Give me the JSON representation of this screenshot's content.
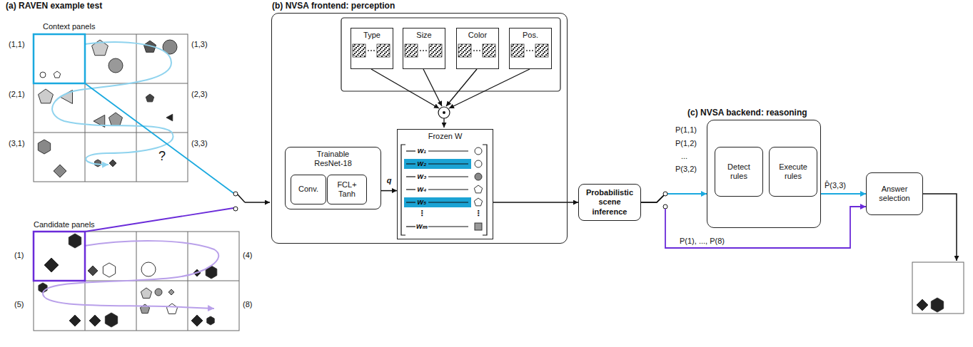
{
  "diagram": {
    "nodes": [
      {
        "text": [
          "(b) NVSA frontend: perception"
        ]
      },
      {
        "text": [
          "Type"
        ],
        "in": 0
      },
      {
        "text": [
          "Size"
        ],
        "in": 0
      },
      {
        "text": [
          "Color"
        ],
        "in": 0
      },
      {
        "text": [
          "Pos."
        ],
        "in": 0
      },
      {
        "text": [
          "Trainable ResNet-18"
        ],
        "in": 0
      },
      {
        "text": [
          "Conv."
        ],
        "in": 5
      },
      {
        "text": [
          "FCL+ Tanh"
        ],
        "in": 5
      },
      {
        "text": [
          "Frozen W"
        ],
        "in": 0
      },
      {
        "text": [
          "Probabilistic scene inference"
        ]
      },
      {
        "text": [
          "(c) NVSA backend: reasoning"
        ]
      },
      {
        "text": [
          "Detect rules"
        ],
        "in": 10
      },
      {
        "text": [
          "Execute rules"
        ],
        "in": 10
      },
      {
        "text": [
          "Answer selection"
        ]
      }
    ],
    "edges": [
      {
        "from": 5,
        "to": 8,
        "arrow": "to",
        "label": "q"
      },
      {
        "from": 8,
        "to": 9,
        "arrow": "to"
      },
      {
        "from": 9,
        "to": 10,
        "arrow": "to"
      },
      {
        "from": 9,
        "to": 13,
        "arrow": "to"
      },
      {
        "from": 10,
        "to": 13,
        "arrow": "to"
      }
    ],
    "labels": [
      "(a) RAVEN example test",
      "Context panels",
      "(1,1)",
      "(1,3)",
      "(2,1)",
      "(2,3)",
      "(3,1)",
      "(3,3)",
      "?",
      "Candidate panels",
      "(1)",
      "(4)",
      "(5)",
      "(8)",
      "w₁",
      "w₂",
      "w₃",
      "w₄",
      "w₅",
      "⋮",
      "wₘ",
      "⋮",
      "P(1,1)",
      "P(1,2)",
      "...",
      "P(3,2)",
      "P̂(3,3)",
      "P(1), ..., P(8)"
    ]
  }
}
